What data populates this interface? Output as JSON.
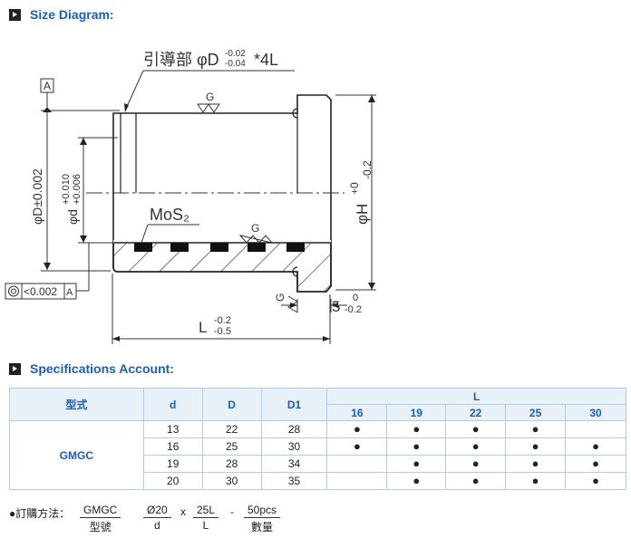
{
  "sections": {
    "size_diagram_title": "Size Diagram:",
    "specs_title": "Specifications Account:"
  },
  "diagram": {
    "leader_label": "引導部 φD",
    "leader_tol_upper": "-0.02",
    "leader_tol_lower": "-0.04",
    "leader_suffix": "*4L",
    "datum": "A",
    "roughness": "G",
    "phi_d_label": "φD±0.002",
    "phi_small_d_label": "φd",
    "phi_small_d_tol_upper": "+0.010",
    "phi_small_d_tol_lower": "+0.006",
    "phi_h_label": "φH",
    "phi_h_tol_upper": "+0",
    "phi_h_tol_lower": "-0.2",
    "lubricant": "MoS₂",
    "concentricity_tol": "<0.002",
    "flange_dim": "5",
    "flange_tol_upper": "0",
    "flange_tol_lower": "-0.2",
    "length_label": "L",
    "length_tol_upper": "-0.2",
    "length_tol_lower": "-0.5"
  },
  "table": {
    "headers": {
      "model": "型式",
      "d": "d",
      "D": "D",
      "D1": "D1",
      "L": "L"
    },
    "l_values": [
      "16",
      "19",
      "22",
      "25",
      "30"
    ],
    "model": "GMGC",
    "rows": [
      {
        "d": "13",
        "D": "22",
        "D1": "28",
        "avail": [
          "●",
          "●",
          "●",
          "●",
          ""
        ]
      },
      {
        "d": "16",
        "D": "25",
        "D1": "30",
        "avail": [
          "●",
          "●",
          "●",
          "●",
          "●"
        ]
      },
      {
        "d": "19",
        "D": "28",
        "D1": "34",
        "avail": [
          "",
          "●",
          "●",
          "●",
          "●"
        ]
      },
      {
        "d": "20",
        "D": "30",
        "D1": "35",
        "avail": [
          "",
          "●",
          "●",
          "●",
          "●"
        ]
      }
    ]
  },
  "order": {
    "label": "●訂購方法：",
    "parts": [
      {
        "top": "GMGC",
        "bottom": "型號"
      },
      {
        "top": "Ø20",
        "bottom": "d"
      },
      {
        "top": "25L",
        "bottom": "L"
      },
      {
        "top": "50pcs",
        "bottom": "數量"
      }
    ],
    "separators": [
      "x",
      "-"
    ]
  }
}
